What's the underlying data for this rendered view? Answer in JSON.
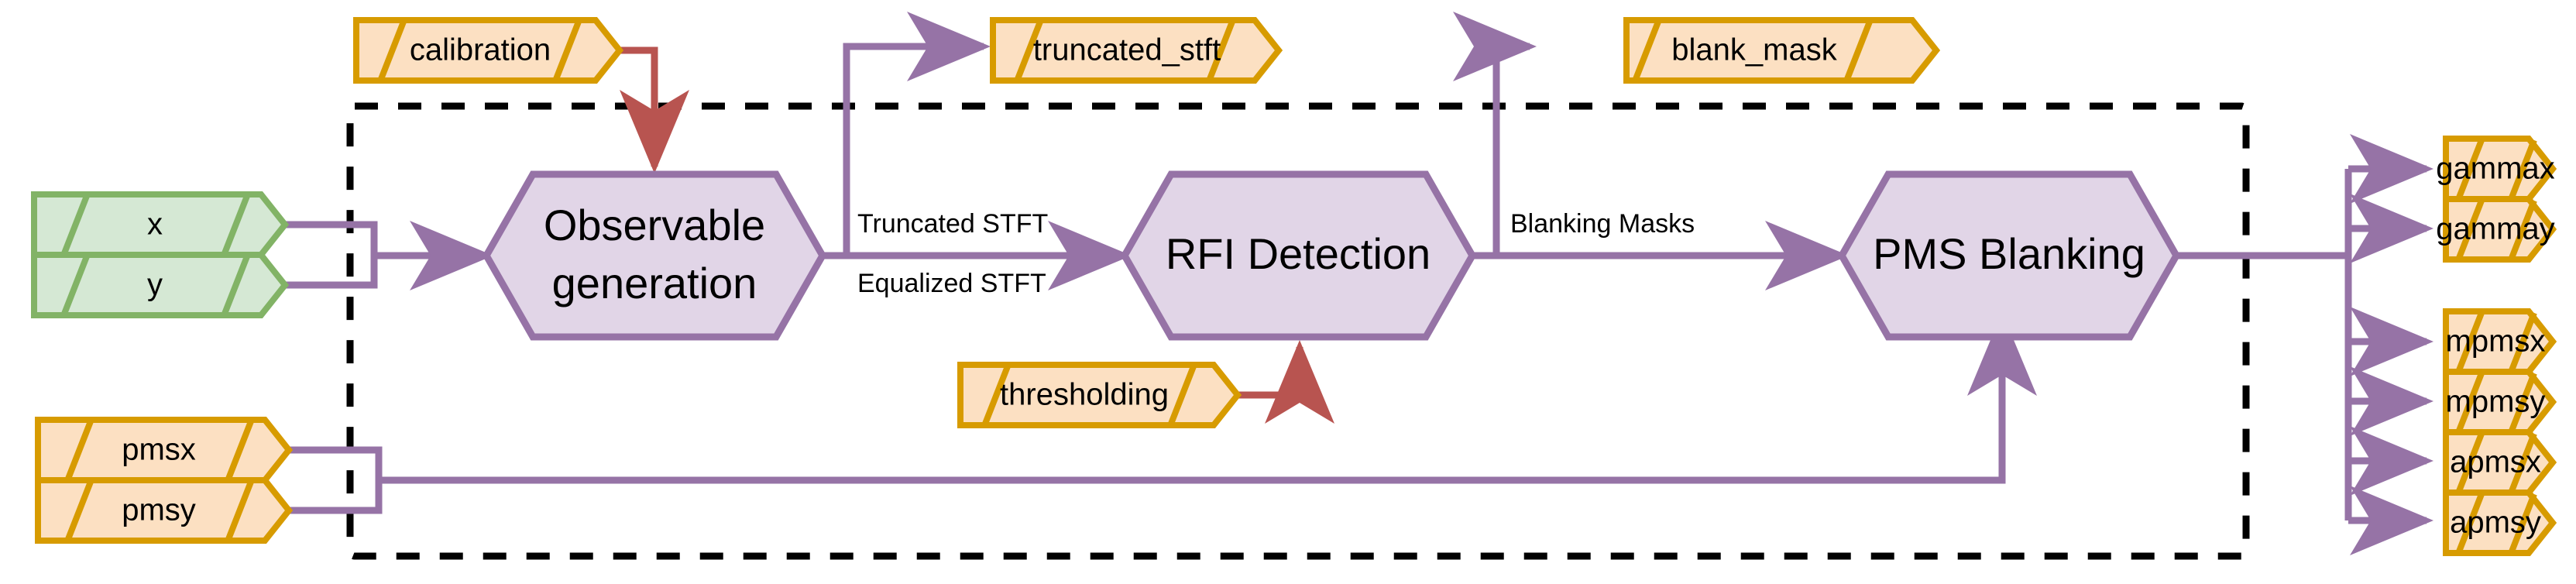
{
  "diagram": {
    "title": "RFI blanking pipeline flowchart",
    "boundary": {
      "style": "dashed",
      "color": "#000000"
    },
    "colors": {
      "data_fill": "#FCE0C2",
      "data_stroke": "#D79B00",
      "input_fill": "#D5E8D4",
      "input_stroke": "#82B366",
      "process_fill": "#E1D5E7",
      "process_stroke": "#9673A6",
      "edge_purple": "#9673A6",
      "edge_red": "#B85450",
      "boundary": "#000000",
      "text": "#000000"
    },
    "inputs": [
      {
        "id": "x",
        "label": "x",
        "kind": "input-data"
      },
      {
        "id": "y",
        "label": "y",
        "kind": "input-data"
      },
      {
        "id": "pmsx",
        "label": "pmsx",
        "kind": "data"
      },
      {
        "id": "pmsy",
        "label": "pmsy",
        "kind": "data"
      }
    ],
    "parameters": [
      {
        "id": "calibration",
        "label": "calibration",
        "kind": "data"
      },
      {
        "id": "thresholding",
        "label": "thresholding",
        "kind": "data"
      }
    ],
    "intermediates": [
      {
        "id": "truncated_stft",
        "label": "truncated_stft",
        "kind": "data"
      },
      {
        "id": "blank_mask",
        "label": "blank_mask",
        "kind": "data"
      }
    ],
    "processes": [
      {
        "id": "observable_generation",
        "label_line1": "Observable",
        "label_line2": "generation"
      },
      {
        "id": "rfi_detection",
        "label_line1": "RFI Detection",
        "label_line2": ""
      },
      {
        "id": "pms_blanking",
        "label_line1": "PMS Blanking",
        "label_line2": ""
      }
    ],
    "edge_labels": [
      {
        "id": "truncated_stft_edge",
        "label": "Truncated STFT"
      },
      {
        "id": "equalized_stft_edge",
        "label": "Equalized STFT"
      },
      {
        "id": "blanking_masks_edge",
        "label": "Blanking Masks"
      }
    ],
    "outputs_group_1": [
      {
        "id": "gammax",
        "label": "gammax",
        "kind": "data"
      },
      {
        "id": "gammay",
        "label": "gammay",
        "kind": "data"
      }
    ],
    "outputs_group_2": [
      {
        "id": "mpmsx",
        "label": "mpmsx",
        "kind": "data"
      },
      {
        "id": "mpmsy",
        "label": "mpmsy",
        "kind": "data"
      },
      {
        "id": "apmsx",
        "label": "apmsx",
        "kind": "data"
      },
      {
        "id": "apmsy",
        "label": "apmsy",
        "kind": "data"
      }
    ]
  }
}
